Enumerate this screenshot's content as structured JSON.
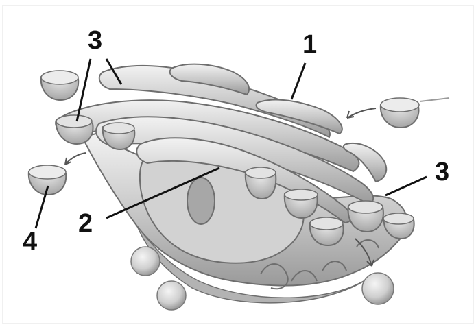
{
  "labels": {
    "l1": "1",
    "l2": "2",
    "l3a": "3",
    "l3b": "3",
    "l4": "4"
  },
  "colors": {
    "membrane_light": "#e9e9e9",
    "membrane_mid": "#bdbdbd",
    "membrane_dark": "#8f8f8f",
    "lumen": "#d4d4d4",
    "outline": "#6e6e6e",
    "pointer": "#111111",
    "background": "#ffffff"
  }
}
